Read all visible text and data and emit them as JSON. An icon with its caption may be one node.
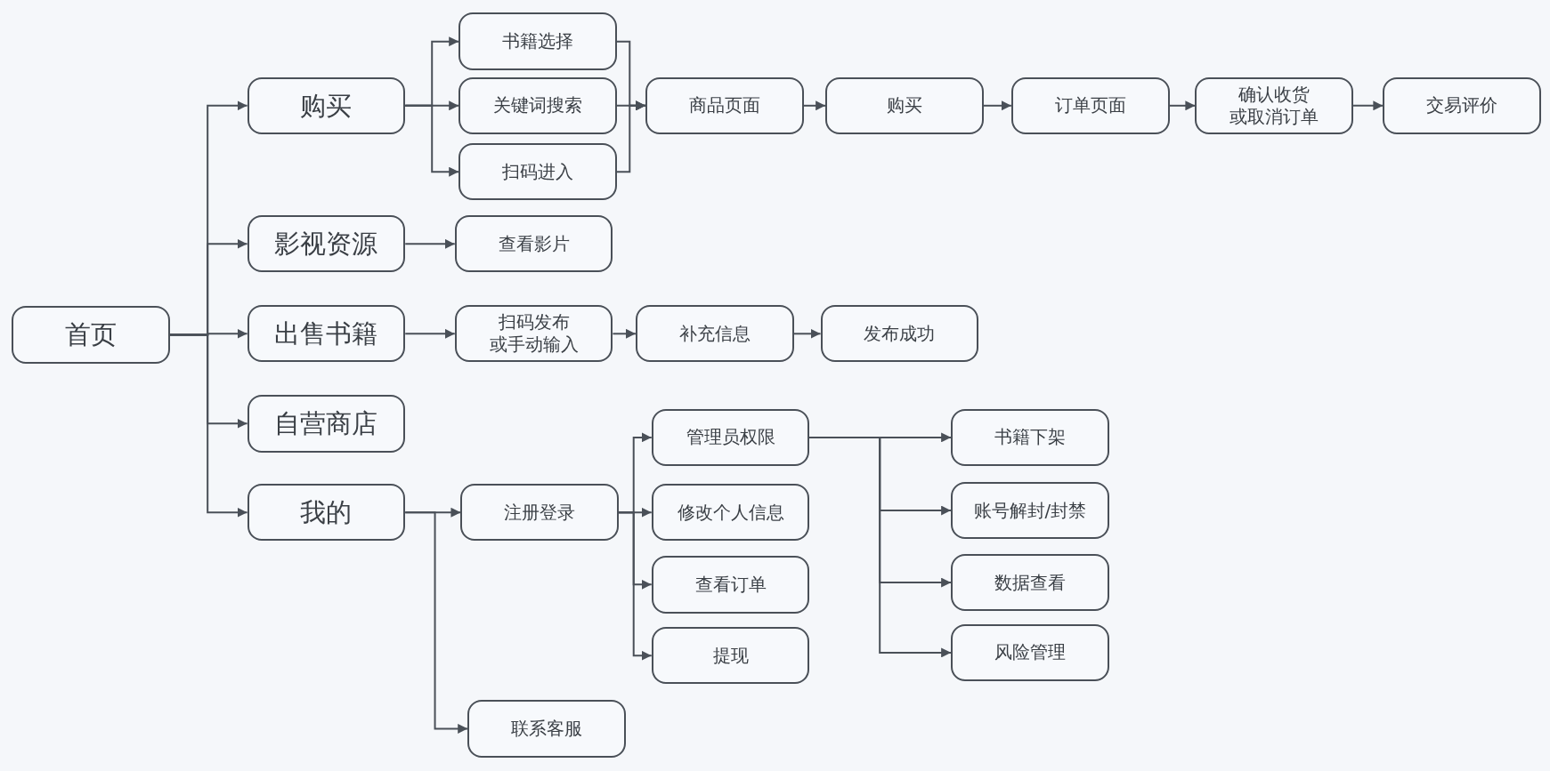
{
  "diagram": {
    "nodes": [
      {
        "text": [
          "首页"
        ]
      },
      {
        "text": [
          "购买"
        ]
      },
      {
        "text": [
          "书籍选择"
        ]
      },
      {
        "text": [
          "关键词搜索"
        ]
      },
      {
        "text": [
          "扫码进入"
        ]
      },
      {
        "text": [
          "商品页面"
        ]
      },
      {
        "text": [
          "购买"
        ]
      },
      {
        "text": [
          "订单页面"
        ]
      },
      {
        "text": [
          "确认收货或取消订单"
        ]
      },
      {
        "text": [
          "交易评价"
        ]
      },
      {
        "text": [
          "影视资源"
        ]
      },
      {
        "text": [
          "查看影片"
        ]
      },
      {
        "text": [
          "出售书籍"
        ]
      },
      {
        "text": [
          "扫码发布或手动输入"
        ]
      },
      {
        "text": [
          "补充信息"
        ]
      },
      {
        "text": [
          "发布成功"
        ]
      },
      {
        "text": [
          "自营商店"
        ]
      },
      {
        "text": [
          "我的"
        ]
      },
      {
        "text": [
          "注册登录"
        ]
      },
      {
        "text": [
          "管理员权限"
        ]
      },
      {
        "text": [
          "修改个人信息"
        ]
      },
      {
        "text": [
          "查看订单"
        ]
      },
      {
        "text": [
          "提现"
        ]
      },
      {
        "text": [
          "书籍下架"
        ]
      },
      {
        "text": [
          "账号解封/封禁"
        ]
      },
      {
        "text": [
          "数据查看"
        ]
      },
      {
        "text": [
          "风险管理"
        ]
      },
      {
        "text": [
          "联系客服"
        ]
      }
    ],
    "edges": [
      {
        "from": 0,
        "to": 1,
        "arrow": "to"
      },
      {
        "from": 0,
        "to": 10,
        "arrow": "to"
      },
      {
        "from": 0,
        "to": 12,
        "arrow": "to"
      },
      {
        "from": 0,
        "to": 16,
        "arrow": "to"
      },
      {
        "from": 0,
        "to": 17,
        "arrow": "to"
      },
      {
        "from": 1,
        "to": 2,
        "arrow": "to"
      },
      {
        "from": 1,
        "to": 3,
        "arrow": "to"
      },
      {
        "from": 1,
        "to": 4,
        "arrow": "to"
      },
      {
        "from": 2,
        "to": 5,
        "arrow": "to"
      },
      {
        "from": 3,
        "to": 5,
        "arrow": "to"
      },
      {
        "from": 4,
        "to": 5,
        "arrow": "to"
      },
      {
        "from": 5,
        "to": 6,
        "arrow": "to"
      },
      {
        "from": 6,
        "to": 7,
        "arrow": "to"
      },
      {
        "from": 7,
        "to": 8,
        "arrow": "to"
      },
      {
        "from": 8,
        "to": 9,
        "arrow": "to"
      },
      {
        "from": 10,
        "to": 11,
        "arrow": "to"
      },
      {
        "from": 12,
        "to": 13,
        "arrow": "to"
      },
      {
        "from": 13,
        "to": 14,
        "arrow": "to"
      },
      {
        "from": 14,
        "to": 15,
        "arrow": "to"
      },
      {
        "from": 17,
        "to": 18,
        "arrow": "to"
      },
      {
        "from": 17,
        "to": 27,
        "arrow": "to"
      },
      {
        "from": 18,
        "to": 19,
        "arrow": "to"
      },
      {
        "from": 18,
        "to": 20,
        "arrow": "to"
      },
      {
        "from": 18,
        "to": 21,
        "arrow": "to"
      },
      {
        "from": 18,
        "to": 22,
        "arrow": "to"
      },
      {
        "from": 19,
        "to": 23,
        "arrow": "to"
      },
      {
        "from": 19,
        "to": 24,
        "arrow": "to"
      },
      {
        "from": 19,
        "to": 25,
        "arrow": "to"
      },
      {
        "from": 19,
        "to": 26,
        "arrow": "to"
      }
    ]
  }
}
